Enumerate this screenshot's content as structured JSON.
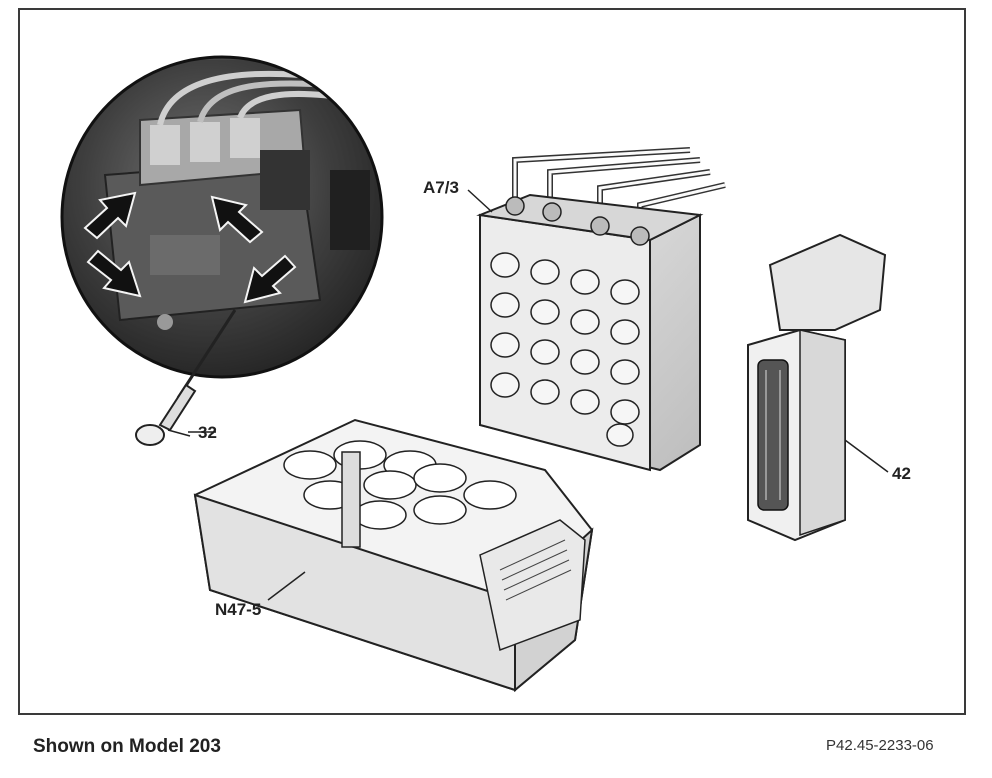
{
  "callouts": {
    "valve_unit": "A7/3",
    "screw": "32",
    "control_module": "N47-5",
    "connector": "42"
  },
  "caption": {
    "left": "Shown on Model 203",
    "right": "P42.45-2233-06"
  },
  "icons": [
    "arrow-icon"
  ]
}
